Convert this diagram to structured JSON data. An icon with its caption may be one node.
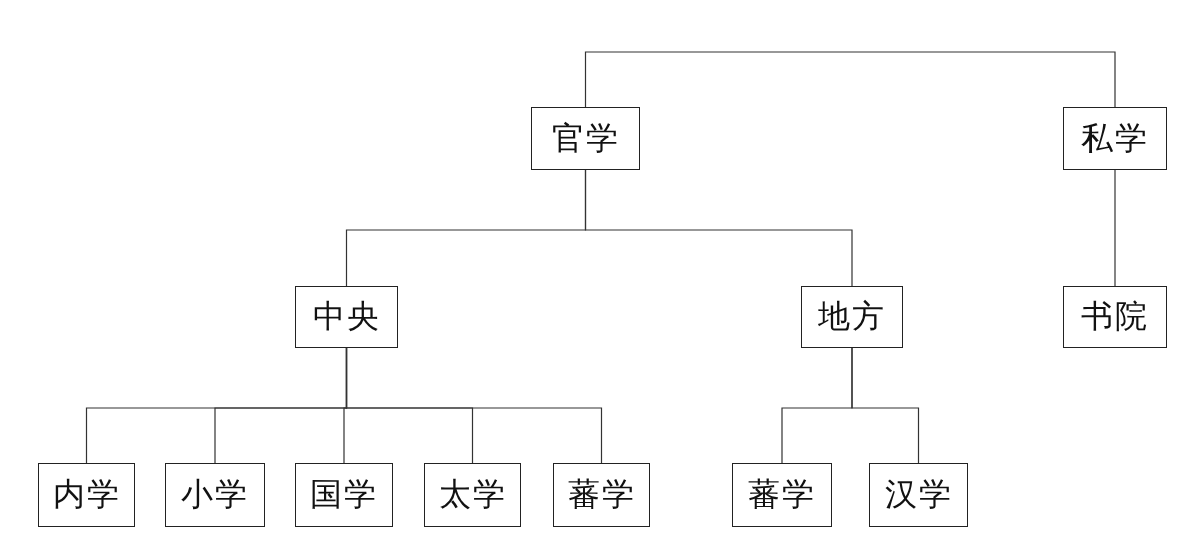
{
  "diagram": {
    "nodes": [
      {
        "text": [
          "官学"
        ]
      },
      {
        "text": [
          "私学"
        ]
      },
      {
        "text": [
          "中央"
        ]
      },
      {
        "text": [
          "地方"
        ]
      },
      {
        "text": [
          "书院"
        ]
      },
      {
        "text": [
          "内学"
        ]
      },
      {
        "text": [
          "小学"
        ]
      },
      {
        "text": [
          "国学"
        ]
      },
      {
        "text": [
          "太学"
        ]
      },
      {
        "text": [
          "蕃学"
        ]
      },
      {
        "text": [
          "蕃学"
        ]
      },
      {
        "text": [
          "汉学"
        ]
      }
    ],
    "edges": [
      {
        "from": 0,
        "to": 1,
        "arrow": "none"
      },
      {
        "from": 0,
        "to": 2,
        "arrow": "none"
      },
      {
        "from": 0,
        "to": 3,
        "arrow": "none"
      },
      {
        "from": 1,
        "to": 4,
        "arrow": "none"
      },
      {
        "from": 2,
        "to": 5,
        "arrow": "none"
      },
      {
        "from": 2,
        "to": 6,
        "arrow": "none"
      },
      {
        "from": 2,
        "to": 7,
        "arrow": "none"
      },
      {
        "from": 2,
        "to": 8,
        "arrow": "none"
      },
      {
        "from": 2,
        "to": 9,
        "arrow": "none"
      },
      {
        "from": 3,
        "to": 10,
        "arrow": "none"
      },
      {
        "from": 3,
        "to": 11,
        "arrow": "none"
      }
    ]
  }
}
